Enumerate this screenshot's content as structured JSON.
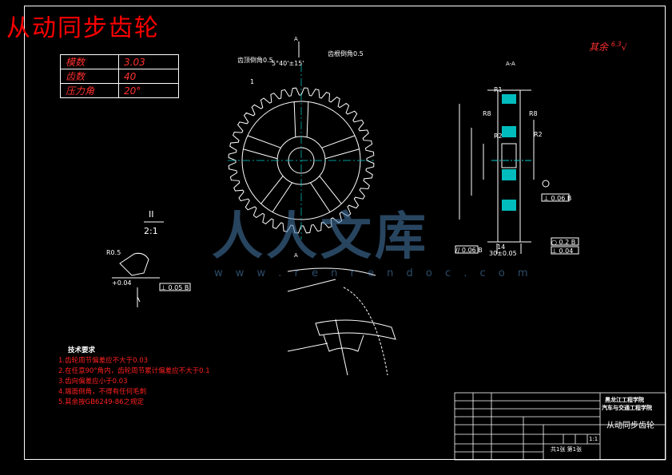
{
  "title": "从动同步齿轮",
  "params": [
    {
      "label": "模数",
      "value": "3.03"
    },
    {
      "label": "齿数",
      "value": "40"
    },
    {
      "label": "压力角",
      "value": "20°"
    }
  ],
  "roughness_note": "其余",
  "roughness_value": "6.3",
  "section_label": "A-A",
  "section_marker": "A",
  "detail_label_top": "II",
  "detail_label_bottom": "2:1",
  "tech_requirements": {
    "header": "技术要求",
    "items": [
      "1.齿轮周节偏差应不大于0.03",
      "2.在任意90°角内，齿轮周节累计偏差应不大于0.1",
      "3.齿向偏差应小于0.03",
      "4.端面倒角，不得有任何毛刺",
      "5.其余按GB6249-86之规定"
    ]
  },
  "title_block": {
    "school_line1": "黑龙江工程学院",
    "school_line2": "汽车与交通工程学院",
    "part_name": "从动同步齿轮",
    "scale": "1:1",
    "sheet": "共1张 第1张"
  },
  "watermark": "人人文库",
  "watermark_url": "w w w . r e n r e n d o c . c o m"
}
